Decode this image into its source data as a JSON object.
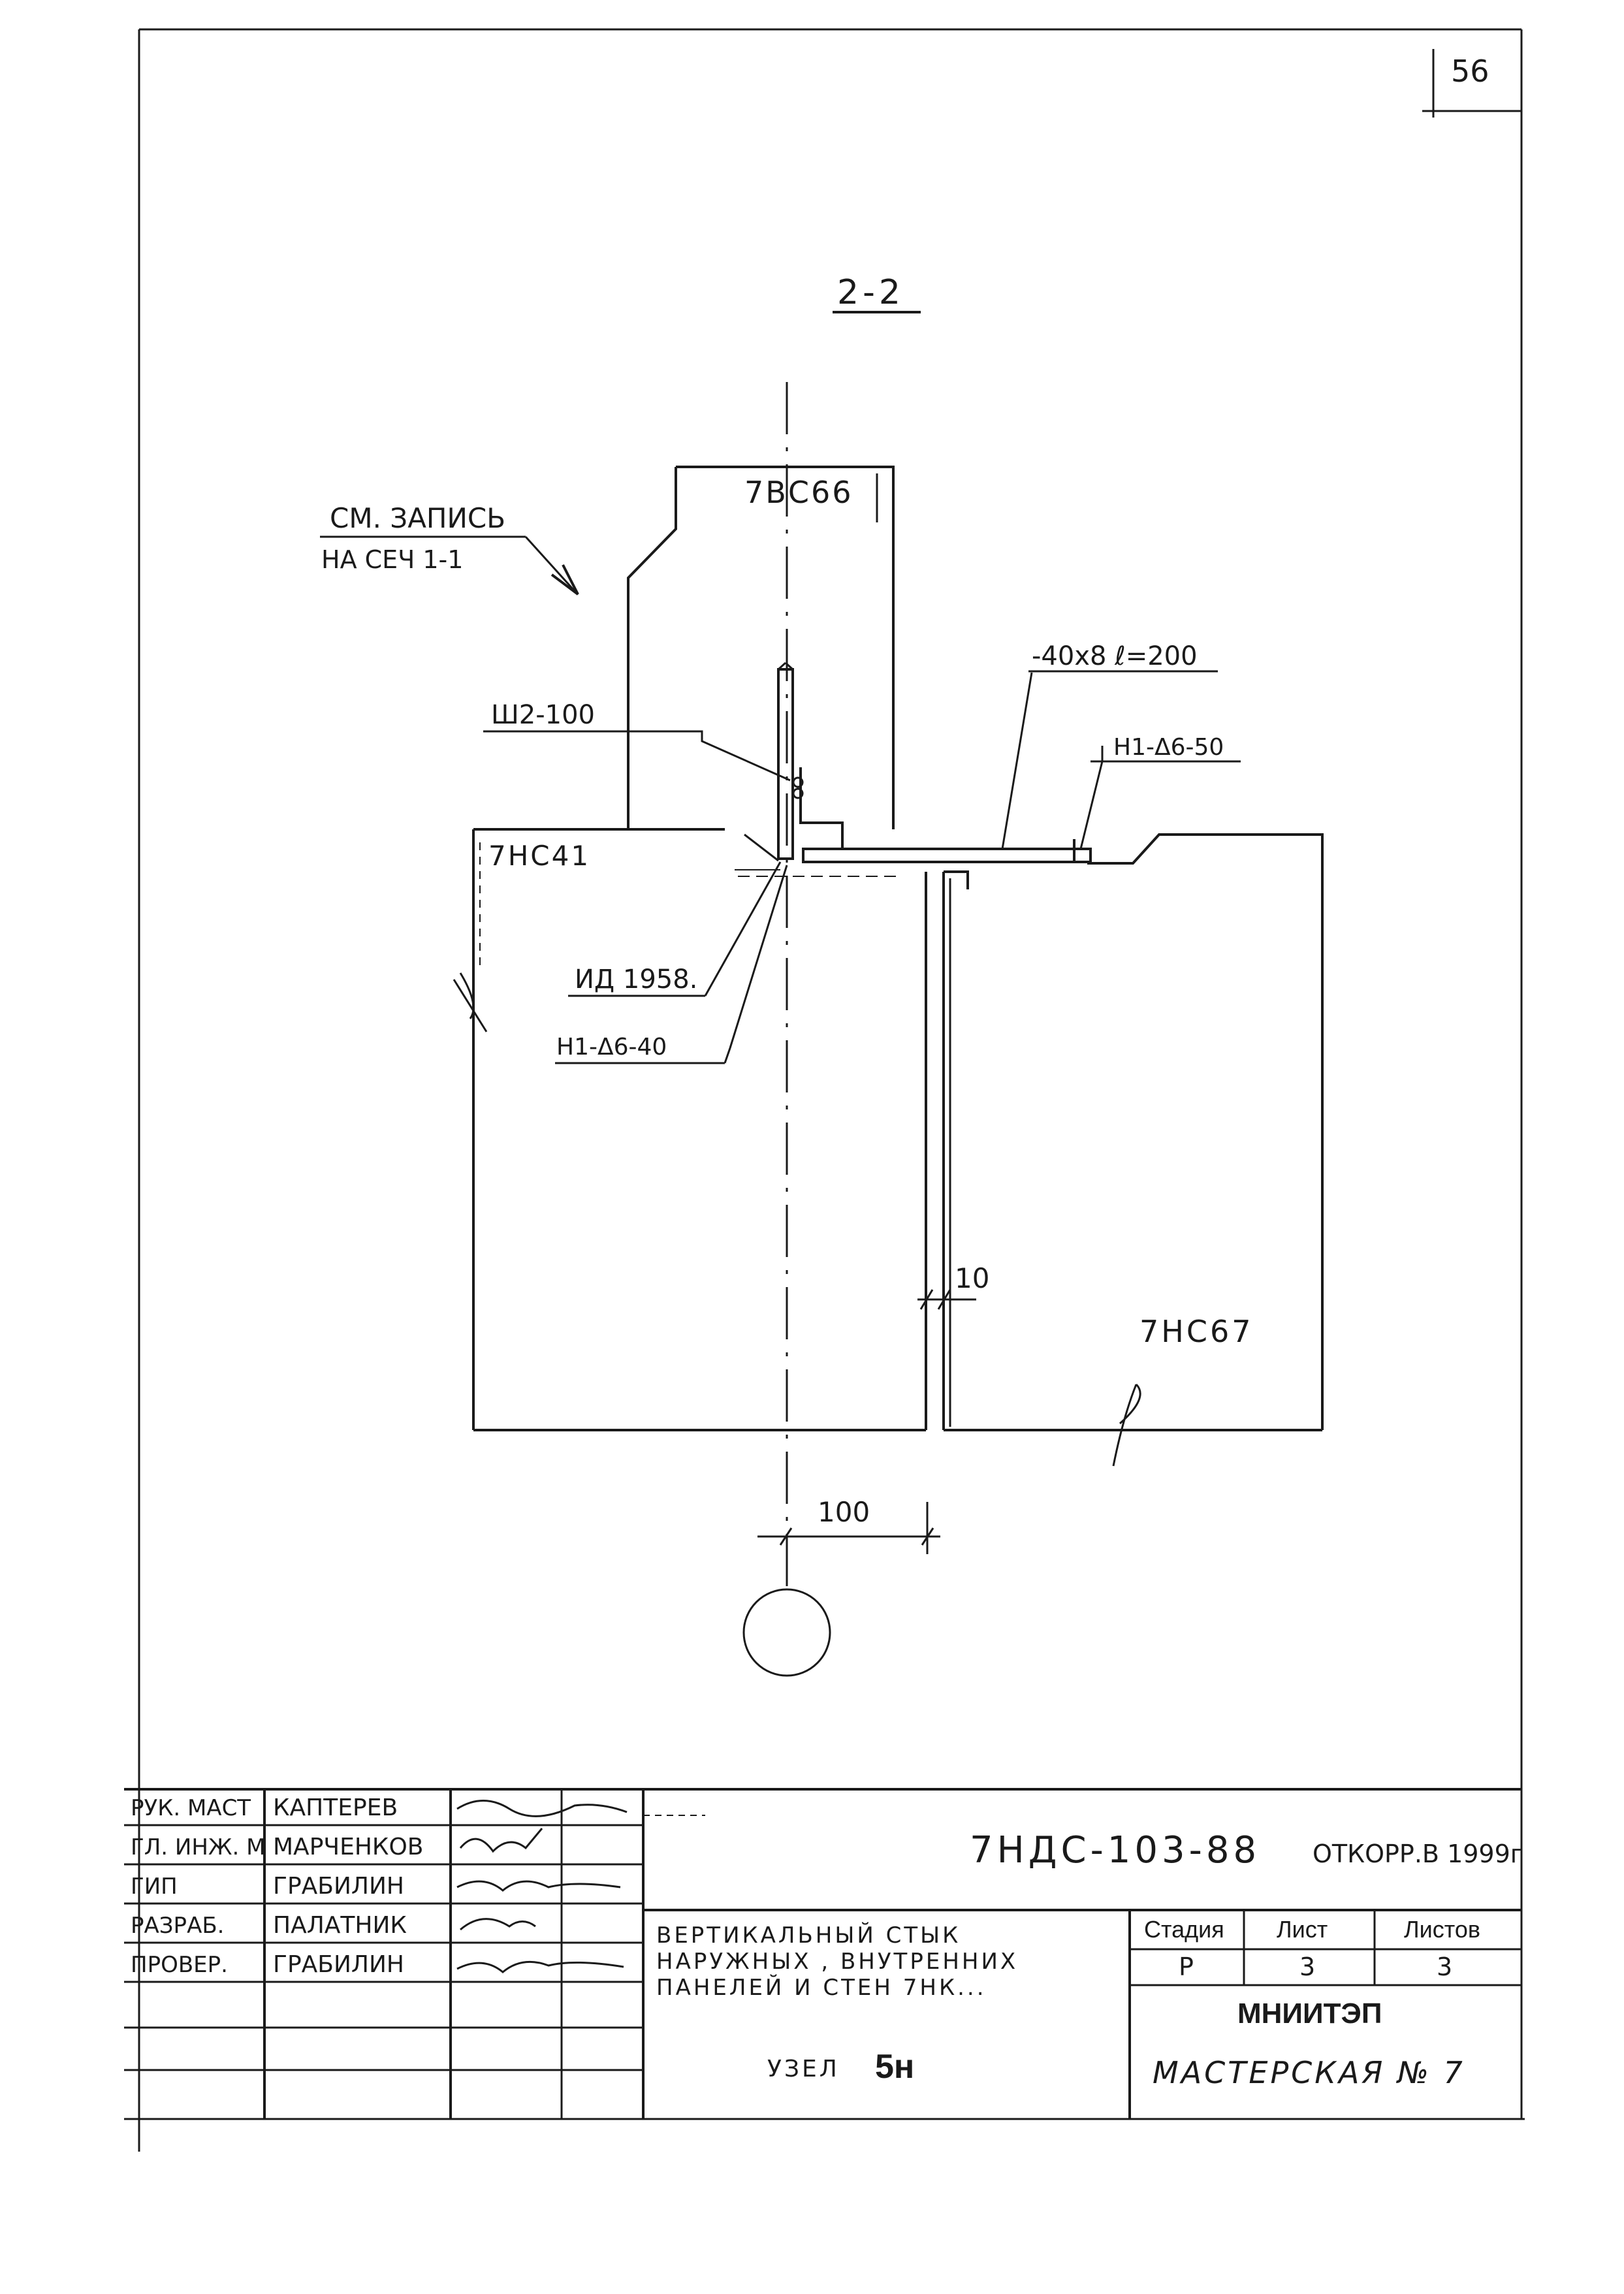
{
  "page_number": "56",
  "section_title": "2-2",
  "note": {
    "line1": "СМ. ЗАПИСЬ",
    "line2": "НА СЕЧ 1-1"
  },
  "panels": {
    "inner_wall": "7ВС66",
    "outer_left": "7НС41",
    "outer_right": "7НС67"
  },
  "callouts": {
    "plate": "-40x8 ℓ=200",
    "anchor": "Ш2-100",
    "weld_top": "Н1-Δ6-50",
    "detail": "ИД 1958.",
    "weld_bottom": "Н1-Δ6-40"
  },
  "dimensions": {
    "gap": "10",
    "offset": "100"
  },
  "title_block": {
    "roles": [
      "РУК. МАСТ",
      "ГЛ. ИНЖ. М",
      "ГИП",
      "РАЗРАБ.",
      "ПРОВЕР."
    ],
    "names": [
      "КАПТЕРЕВ",
      "МАРЧЕНКОВ",
      "ГРАБИЛИН",
      "ПАЛАТНИК",
      "ГРАБИЛИН"
    ],
    "doc_code": "7НДС-103-88",
    "correction": "ОТКОРР.В 1999г",
    "description": [
      "ВЕРТИКАЛЬНЫЙ  СТЫК",
      "НАРУЖНЫХ , ВНУТРЕННИХ",
      "ПАНЕЛЕЙ   И СТЕН  7НК..."
    ],
    "node_prefix": "УЗЕЛ",
    "node_number": "5н",
    "stage_header": "Стадия",
    "sheet_header": "Лист",
    "sheets_header": "Листов",
    "stage": "Р",
    "sheet": "3",
    "sheets": "3",
    "org": "МНИИТЭП",
    "workshop": "МАСТЕРСКАЯ № 7"
  }
}
